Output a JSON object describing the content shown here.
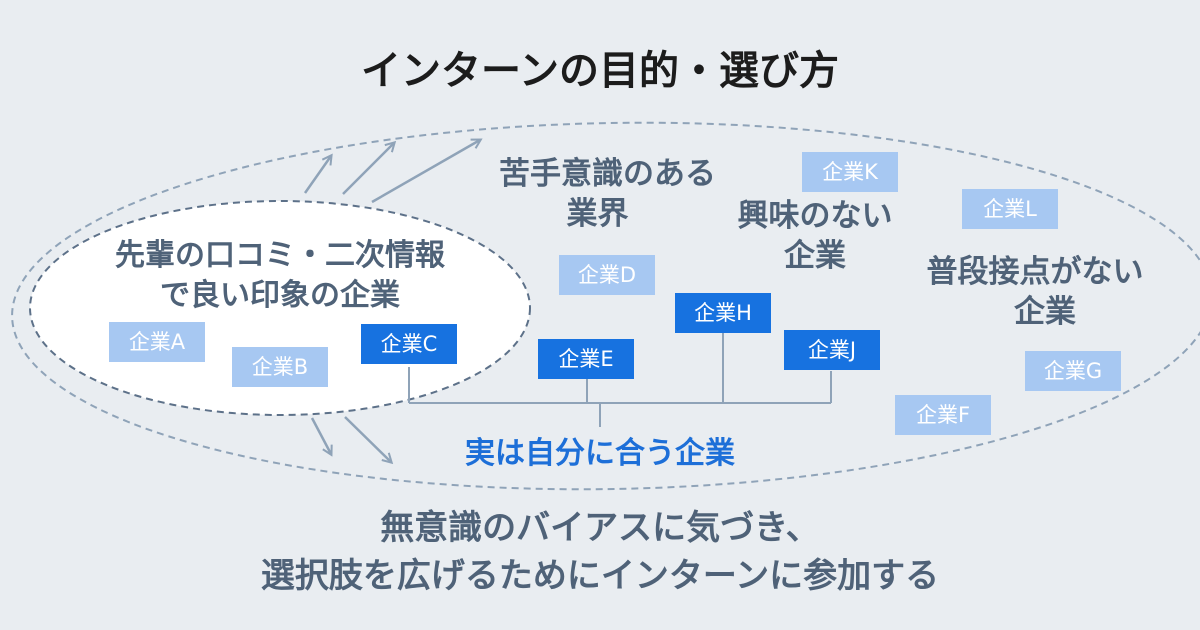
{
  "title": "インターンの目的・選び方",
  "inner_group": {
    "label_line1": "先輩の口コミ・二次情報",
    "label_line2": "で良い印象の企業"
  },
  "categories": {
    "weak_industry_line1": "苦手意識のある",
    "weak_industry_line2": "業界",
    "no_interest_line1": "興味のない",
    "no_interest_line2": "企業",
    "no_contact_line1": "普段接点がない",
    "no_contact_line2": "企業"
  },
  "companies": {
    "a": "企業A",
    "b": "企業B",
    "c": "企業C",
    "d": "企業D",
    "e": "企業E",
    "f": "企業F",
    "g": "企業G",
    "h": "企業H",
    "j": "企業J",
    "k": "企業K",
    "l": "企業L"
  },
  "match_label": "実は自分に合う企業",
  "bottom": {
    "line1": "無意識のバイアスに気づき、",
    "line2": "選択肢を広げるためにインターンに参加する"
  },
  "colors": {
    "background": "#e9edf1",
    "outline_dashed": "#8fa3b8",
    "text_dark": "#4f6278",
    "accent_blue": "#1d6fd8",
    "badge_light": "#a7c8f2",
    "badge_dark": "#1772e0"
  }
}
